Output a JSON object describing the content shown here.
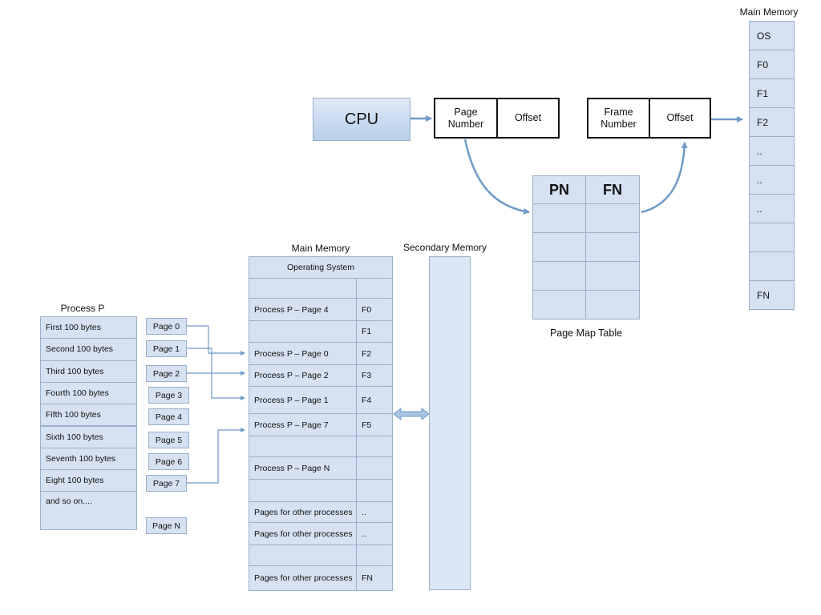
{
  "top": {
    "cpu": "CPU",
    "logical_address": {
      "page_number": "Page\nNumber",
      "offset": "Offset"
    },
    "physical_address": {
      "frame_number": "Frame\nNumber",
      "offset": "Offset"
    },
    "page_map_table": {
      "title": "Page Map Table",
      "header_pn": "PN",
      "header_fn": "FN"
    },
    "main_memory": {
      "title": "Main Memory",
      "frames": [
        "OS",
        "F0",
        "F1",
        "F2",
        "..",
        "..",
        "..",
        "",
        "",
        "FN"
      ]
    }
  },
  "bottom": {
    "process": {
      "title": "Process P",
      "rows": [
        "First 100 bytes",
        "Second 100 bytes",
        "Third 100 bytes",
        "Fourth 100 bytes",
        "Fifth 100 bytes",
        "Sixth 100 bytes",
        "Seventh 100 bytes",
        "Eight 100 bytes",
        "and so on...."
      ]
    },
    "pages": [
      "Page 0",
      "Page 1",
      "Page 2",
      "Page 3",
      "Page 4",
      "Page 5",
      "Page 6",
      "Page 7",
      "Page N"
    ],
    "main_memory": {
      "title": "Main Memory",
      "os_label": "Operating System",
      "rows": [
        {
          "content": "",
          "frame": ""
        },
        {
          "content": "Process P – Page 4",
          "frame": "F0"
        },
        {
          "content": "",
          "frame": "F1"
        },
        {
          "content": "Process P – Page 0",
          "frame": "F2"
        },
        {
          "content": "Process P – Page 2",
          "frame": "F3"
        },
        {
          "content": "Process P – Page 1",
          "frame": "F4"
        },
        {
          "content": "Process P – Page 7",
          "frame": "F5"
        },
        {
          "content": "",
          "frame": ""
        },
        {
          "content": "Process P – Page N",
          "frame": ""
        },
        {
          "content": "",
          "frame": ""
        },
        {
          "content": "Pages for other processes",
          "frame": ".."
        },
        {
          "content": "Pages for other processes",
          "frame": ".."
        },
        {
          "content": "",
          "frame": ""
        },
        {
          "content": "Pages for other processes",
          "frame": "FN"
        }
      ]
    },
    "secondary_memory": {
      "title": "Secondary Memory"
    }
  },
  "colors": {
    "cell_fill": "#d6e2f2",
    "cell_border": "#9aafc8",
    "cpu_fill": "#c4d6ee",
    "arrow": "#6f9ac6"
  }
}
